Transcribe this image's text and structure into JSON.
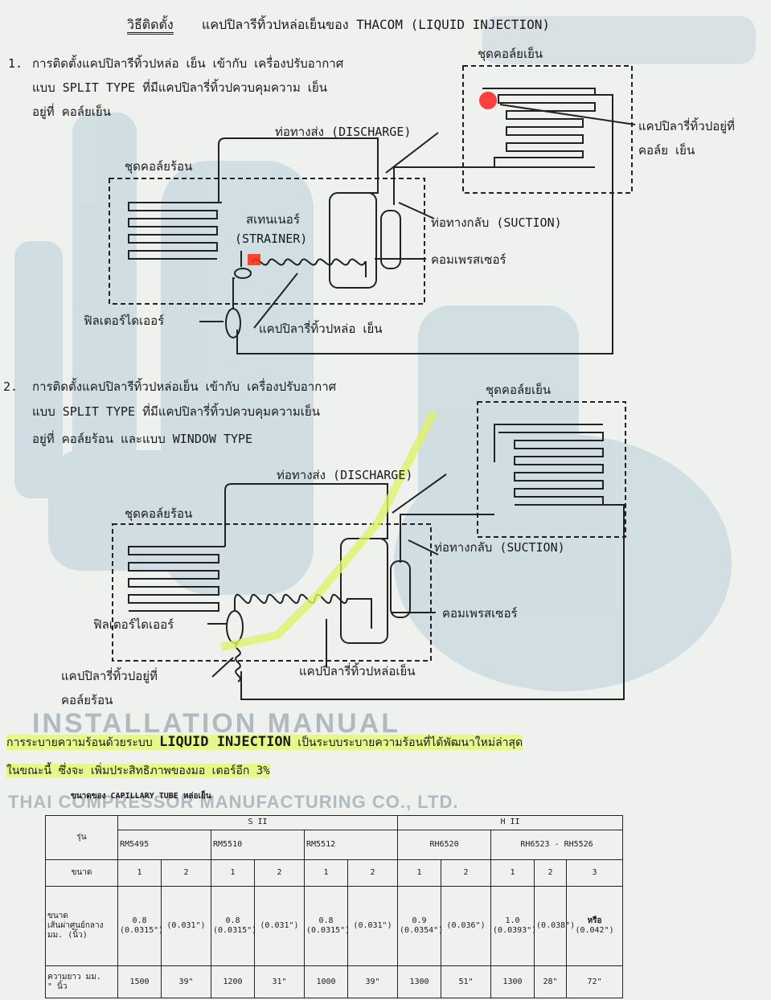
{
  "header": {
    "title_prefix": "วิธีติดตั้ง",
    "title_rest": "แคปปิลารีทิ้วปหล่อเย็นของ THACOM (LIQUID INJECTION)"
  },
  "section1": {
    "number": "1.",
    "line1": "การติดตั้งแคปปิลารีทิ้วปหล่อ เย็น เข้ากับ เครื่องปรับอากาศ",
    "line2": "แบบ SPLIT TYPE ที่มีแคปปิลารี่ทิ้วปควบคุมความ เย็น",
    "line3": "อยู่ที่ คอล์ยเย็น",
    "labels": {
      "cold_coil": "ชุดคอล์ยเย็น",
      "capillary_cold_a": "แคปปิลารี่ทิ้วปอยู่ที่",
      "capillary_cold_b": "คอล์ย เย็น",
      "discharge": "ท่อทางส่ง (DISCHARGE)",
      "hot_coil": "ชุดคอล์ยร้อน",
      "strainer_th": "สเทนเนอร์",
      "strainer_en": "(STRAINER)",
      "suction": "ท่อทางกลับ  (SUCTION)",
      "compressor": "คอมเพรสเซอร์",
      "filter_dryer": "ฟิลเตอร์ไดเออร์",
      "capillary_cooling": "แคปปิลารี่ทิ้วปหล่อ เย็น"
    }
  },
  "section2": {
    "number": "2.",
    "line1": "การติดตั้งแคปปิลารีทิ้วปหล่อเย็น เข้ากับ เครื่องปรับอากาศ",
    "line2": "แบบ SPLIT TYPE ที่มีแคปปิลารี่ทิ้วปควบคุมความเย็น",
    "line3": "อยู่ที่  คอล์ยร้อน  และแบบ WINDOW TYPE",
    "labels": {
      "cold_coil": "ชุดคอล์ยเย็น",
      "discharge": "ท่อทางส่ง (DISCHARGE)",
      "hot_coil": "ชุดคอล์ยร้อน",
      "suction": "ท่อทางกลับ  (SUCTION)",
      "filter_dryer": "ฟิลเตอร์ไดเออร์",
      "compressor": "คอมเพรสเซอร์",
      "capillary_hot_a": "แคปปิลารี่ทิ้วปอยู่ที่",
      "capillary_hot_b": "คอล์ยร้อน",
      "capillary_cooling": "แคปปิลารี่ทิ้วปหล่อเย็น"
    }
  },
  "footer": {
    "line1_a": "การระบายความร้อนด้วยระบบ",
    "line1_b": "LIQUID INJECTION",
    "line1_c": "เป็นระบบระบายความร้อนที่ได้พัฒนาใหม่ล่าสุด",
    "line2": "ในขณะนี้ ซึ่งจะ เพิ่มประสิทธิภาพของมอ เตอร์อีก 3%"
  },
  "background_text": {
    "manual": "INSTALLATION MANUAL",
    "company": "THAI COMPRESSOR MANUFACTURING CO., LTD."
  },
  "table": {
    "caption": "ขนาดของ CAPILLARY TUBE หล่อเย็น",
    "model_label": "รุ่น",
    "group1": "S II",
    "group2": "H II",
    "models": [
      "RM5495",
      "RM5510",
      "RM5512",
      "RH6520",
      "RH6523 - RH5526"
    ],
    "size_label": "ขนาด",
    "sizes": [
      "1",
      "2",
      "1",
      "2",
      "1",
      "2",
      "1",
      "2",
      "1",
      "2",
      "3"
    ],
    "row_diam_label_1": "ขนาด",
    "row_diam_label_2": "เส้นผ่าศูนย์กลาง",
    "row_diam_label_3": "มม. (นิ้ว)",
    "or_label": "หรือ",
    "diameters_mm": [
      "0.8",
      "",
      "0.8",
      "",
      "0.8",
      "",
      "0.9",
      "",
      "1.0",
      "",
      ""
    ],
    "diameters_in": [
      "(0.0315\")",
      "(0.031\")",
      "(0.0315\")",
      "(0.031\")",
      "(0.0315\")",
      "(0.031\")",
      "(0.0354\")",
      "(0.036\")",
      "(0.0393\")",
      "(0.038\")",
      "(0.042\")"
    ],
    "row_len_label_1": "ความยาว มม.",
    "row_len_label_2": "\"   นิ้ว",
    "lengths_mm": [
      "1500",
      "",
      "1200",
      "",
      "1000",
      "",
      "1300",
      "",
      "1300",
      "",
      ""
    ],
    "lengths_in": [
      "",
      "39\"",
      "",
      "31\"",
      "",
      "39\"",
      "",
      "51\"",
      "",
      "28\"",
      "72\""
    ]
  },
  "colors": {
    "paper": "#eef1ee",
    "ink": "#1a1a1a",
    "highlight_yellow": "#e6f878",
    "marker_red": "#ff2020",
    "watermark": "#b9cdd9"
  }
}
